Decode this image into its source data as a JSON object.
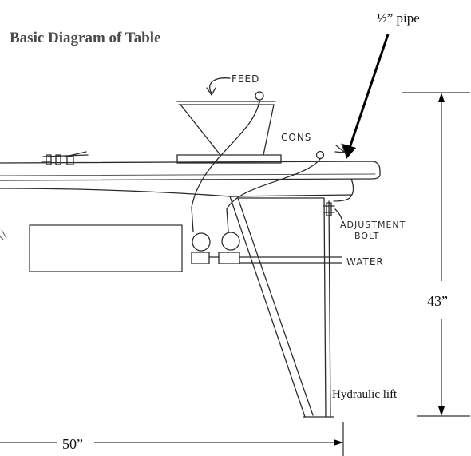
{
  "title": "Basic Diagram of Table",
  "pipe_label": "½” pipe",
  "labels": {
    "feed": "FEED",
    "cons": "CONS",
    "adjustment_bolt_line1": "ADJUSTMENT",
    "adjustment_bolt_line2": "BOLT",
    "water": "WATER",
    "hydraulic_lift": "Hydraulic lift"
  },
  "dimensions": {
    "height": "43”",
    "width": "50”"
  }
}
